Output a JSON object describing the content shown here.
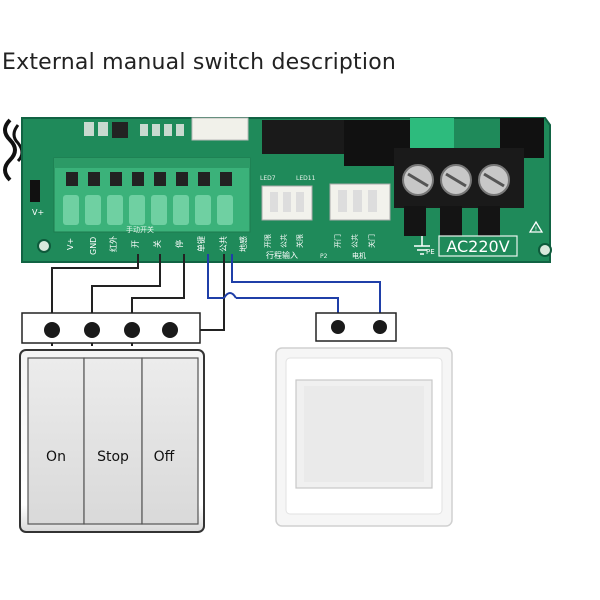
{
  "title": "External manual switch description",
  "board": {
    "terminal_labels": [
      "V+",
      "GND",
      "红外",
      "开",
      "关",
      "停",
      "单键",
      "公共",
      "地感"
    ],
    "group_label_manual": "手动开关",
    "group_label_limit": "行程输入",
    "limit_labels": [
      "开限",
      "公共",
      "关限"
    ],
    "motor_group_label": "电机",
    "motor_labels": [
      "开门",
      "公共",
      "关门"
    ],
    "power_label": "AC220V",
    "pe_label": "PE",
    "vplus_side_label": "V+",
    "led_label_left": "LED7",
    "led_label_right": "LED11",
    "p2_label": "P2"
  },
  "switches": {
    "triple": [
      "On",
      "Stop",
      "Off"
    ]
  },
  "colors": {
    "pcb_green": "#1f8a5a",
    "pcb_dark": "#116343",
    "terminal_green": "#3bb27a",
    "wire_black": "#222222",
    "wire_blue": "#1f3fa8"
  }
}
